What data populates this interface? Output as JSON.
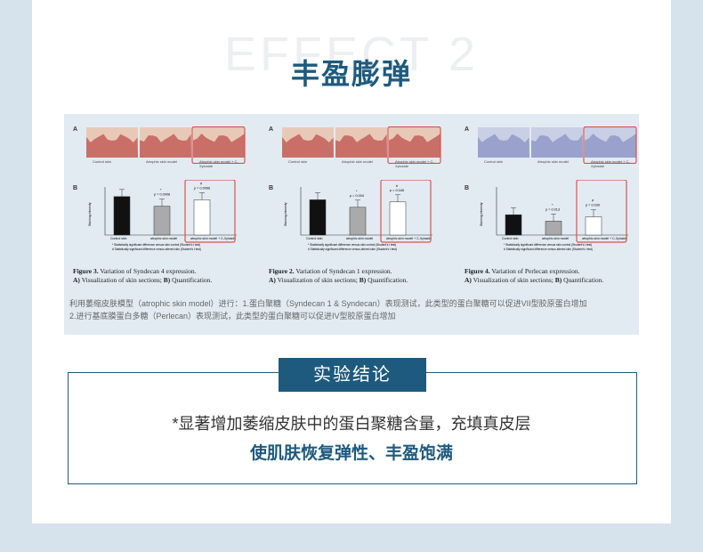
{
  "watermark": "EFFECT 2",
  "title": "丰盈膨弹",
  "figures": [
    {
      "label_a": "A",
      "label_b": "B",
      "captions": [
        "Control skin",
        "Atrophic skin model",
        "Atrophic skin model + C-Xyloside"
      ],
      "pvalues": [
        "*",
        "p = 0.0008",
        "#",
        "p = 0.0066"
      ],
      "ylabel": "Staining intensity",
      "xlabels": [
        "Control skin",
        "atrophic skin model",
        "atrophic skin model + C-Xyloside"
      ],
      "notes": [
        "* Statistically significant difference versus skin control (Student's t test)",
        "# Statistically significant difference versus altered skin (Student's t test)"
      ],
      "fig_title": "Figure 3.",
      "fig_title_text": " Variation of Syndecan 4 expression.",
      "fig_sub_a": "A)",
      "fig_sub_a_text": " Visualization of skin sections; ",
      "fig_sub_b": "B)",
      "fig_sub_b_text": " Quantification.",
      "values": [
        3.6,
        2.7,
        3.3
      ],
      "tissue": "red"
    },
    {
      "label_a": "A",
      "label_b": "B",
      "captions": [
        "Control skin",
        "Atrophic skin model",
        "Atrophic skin model + C-Xyloside"
      ],
      "pvalues": [
        "*",
        "p = 0.004",
        "#",
        "p = 0.045"
      ],
      "ylabel": "Staining intensity",
      "xlabels": [
        "Control skin",
        "atrophic skin model",
        "atrophic skin model + C-Xyloside"
      ],
      "notes": [
        "* Statistically significant difference versus skin control (Student's t test)",
        "# Statistically significant difference versus altered skin (Student's t test)"
      ],
      "fig_title": "Figure 2.",
      "fig_title_text": " Variation of Syndecan 1 expression.",
      "fig_sub_a": "A)",
      "fig_sub_a_text": " Visualization of skin sections; ",
      "fig_sub_b": "B)",
      "fig_sub_b_text": " Quantification.",
      "values": [
        3.3,
        2.6,
        3.1
      ],
      "tissue": "red"
    },
    {
      "label_a": "A",
      "label_b": "B",
      "captions": [
        "Control skin",
        "Atrophic skin model",
        "Atrophic skin model + C-Xyloside"
      ],
      "pvalues": [
        "*",
        "p = 0.013",
        "#",
        "p = 0.030"
      ],
      "ylabel": "Staining intensity",
      "xlabels": [
        "Control skin",
        "atrophic skin model",
        "atrophic skin model + C-Xyloside"
      ],
      "notes": [
        "* Statistically significant difference versus skin control (Student's t test)",
        "# Statistically significant difference versus altered skin (Student's t test)"
      ],
      "fig_title": "Figure 4.",
      "fig_title_text": " Variation of Perlecan expression.",
      "fig_sub_a": "A)",
      "fig_sub_a_text": " Visualization of skin sections; ",
      "fig_sub_b": "B)",
      "fig_sub_b_text": " Quantification.",
      "values": [
        1.9,
        1.3,
        1.7
      ],
      "tissue": "blue"
    }
  ],
  "description": [
    "利用萎缩皮肤模型（atrophic skin model）进行：1.蛋白聚糖（Syndecan 1 & Syndecan）表现测试，此类型的蛋白聚糖可以促进VII型胶原蛋白增加",
    "2.进行基底膜蛋白多糖（Perlecan）表现测试，此类型的蛋白聚糖可以促进IV型胶原蛋白增加"
  ],
  "conclusion": {
    "badge": "实验结论",
    "line1": "*显著增加萎缩皮肤中的蛋白聚糖含量，充填真皮层",
    "line2": "使肌肤恢复弹性、丰盈饱满"
  },
  "colors": {
    "brand": "#1d5a7e",
    "highlight": "#d9534f"
  }
}
